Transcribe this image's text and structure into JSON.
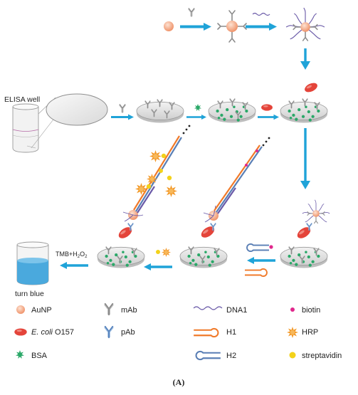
{
  "labels": {
    "elisa_well": "ELISA well",
    "tmb_prefix": "TMB+H",
    "tmb_sub": "2",
    "tmb_mid": "O",
    "tmb_sub2": "2",
    "turn_blue": "turn blue",
    "caption": "(A)"
  },
  "legend": {
    "col1": [
      {
        "text": "AuNP"
      },
      {
        "italic": "E. coli",
        "text": " O157"
      },
      {
        "text": "BSA"
      }
    ],
    "col2": [
      {
        "text": "mAb"
      },
      {
        "text": "pAb"
      }
    ],
    "col3": [
      {
        "text": "DNA1"
      },
      {
        "text": "H1"
      },
      {
        "text": "H2"
      }
    ],
    "col4": [
      {
        "text": "biotin"
      },
      {
        "text": "HRP"
      },
      {
        "text": "streptavidin"
      }
    ]
  },
  "colors": {
    "arrow": "#1fa3d8",
    "aunp": "#f2a07a",
    "ecoli": "#e4443a",
    "bsa": "#2aa868",
    "mab": "#8c8c8c",
    "pab": "#6f9fd0",
    "dna": "#6a5aa8",
    "h1": "#f07a2a",
    "h2": "#5a7fb5",
    "biotin": "#e0288c",
    "hrp": "#f39a2a",
    "streptavidin": "#f3d21a",
    "liquid": "#4aa9dd"
  }
}
